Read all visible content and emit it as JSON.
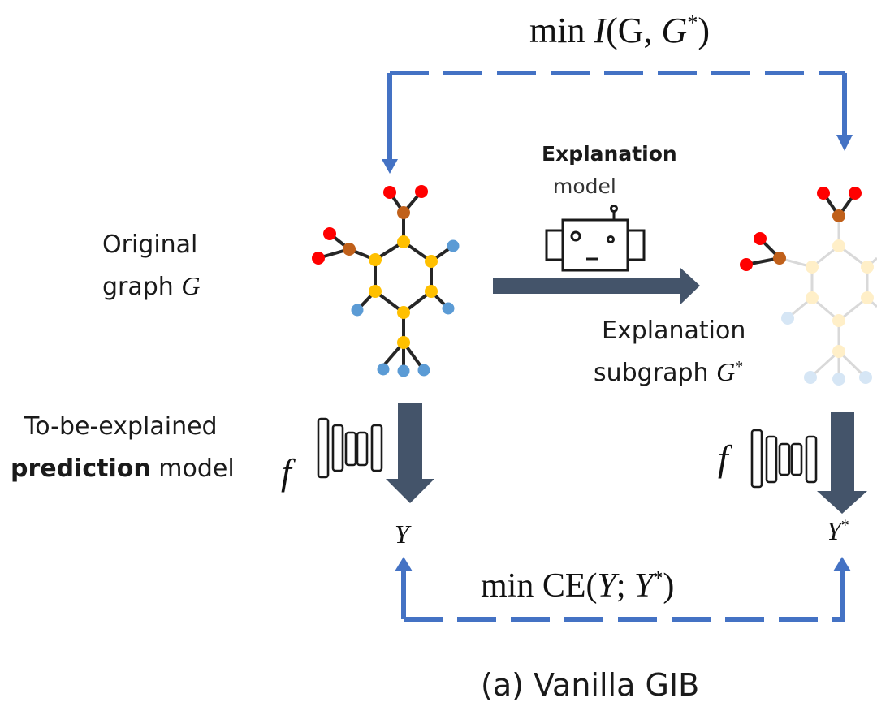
{
  "title": "(a) Vanilla GIB",
  "top_objective": {
    "prefix": "min",
    "func": "I",
    "arg1": "G",
    "arg2": "G",
    "sup": "*"
  },
  "bottom_objective": {
    "prefix": "min",
    "func": "CE",
    "arg1": "Y",
    "sep": ";",
    "arg2": "Y",
    "sup": "*"
  },
  "explanation_model": {
    "bold": "Explanation",
    "normal": "model",
    "icon": "robot-icon"
  },
  "original_graph": {
    "line1": "Original",
    "line2": "graph",
    "symbol": "G"
  },
  "explanation_subgraph": {
    "line1": "Explanation",
    "line2": "subgraph",
    "symbol": "G",
    "sup": "*"
  },
  "prediction_model": {
    "line1": "To-be-explained",
    "bold": "prediction",
    "normal": "model",
    "symbol": "f",
    "icon": "neural-network-icon"
  },
  "right_model_symbol": "f",
  "output_left": "Y",
  "output_right": {
    "symbol": "Y",
    "sup": "*"
  },
  "colors": {
    "dashed_arrow": "#4472C4",
    "block_arrow": "#44546A",
    "red_node": "#FF0000",
    "brown_node": "#C0601A",
    "yellow_node": "#FFC000",
    "blue_node": "#5B9BD5",
    "faded_yellow_node": "#FFEFC8",
    "faded_blue_node": "#D6E6F5",
    "faded_edge": "#D9D9D9",
    "edge": "#262626"
  }
}
